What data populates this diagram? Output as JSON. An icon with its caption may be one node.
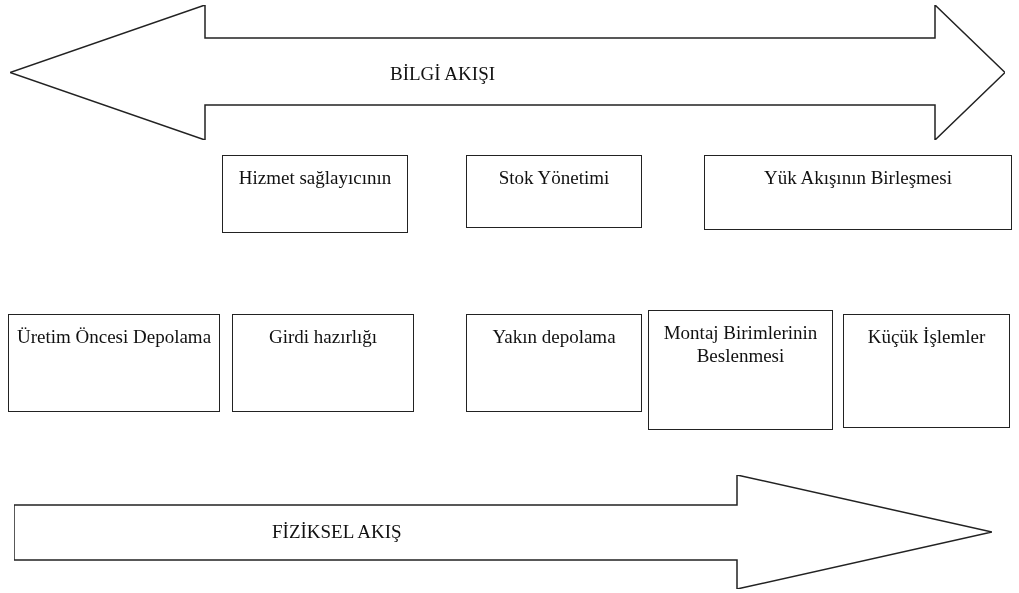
{
  "diagram": {
    "nodes": [
      {
        "text": [
          "BİLGİ AKIŞI"
        ]
      },
      {
        "text": [
          "Hizmet sağlayıcının"
        ]
      },
      {
        "text": [
          "Stok Yönetimi"
        ]
      },
      {
        "text": [
          "Yük Akışının Birleşmesi"
        ]
      },
      {
        "text": [
          "Üretim Öncesi Depolama"
        ]
      },
      {
        "text": [
          "Girdi hazırlığı"
        ]
      },
      {
        "text": [
          "Yakın depolama"
        ]
      },
      {
        "text": [
          "Montaj Birimlerinin Beslenmesi"
        ]
      },
      {
        "text": [
          "Küçük İşlemler"
        ]
      },
      {
        "text": [
          "FİZİKSEL AKIŞ"
        ]
      }
    ],
    "edges": []
  }
}
